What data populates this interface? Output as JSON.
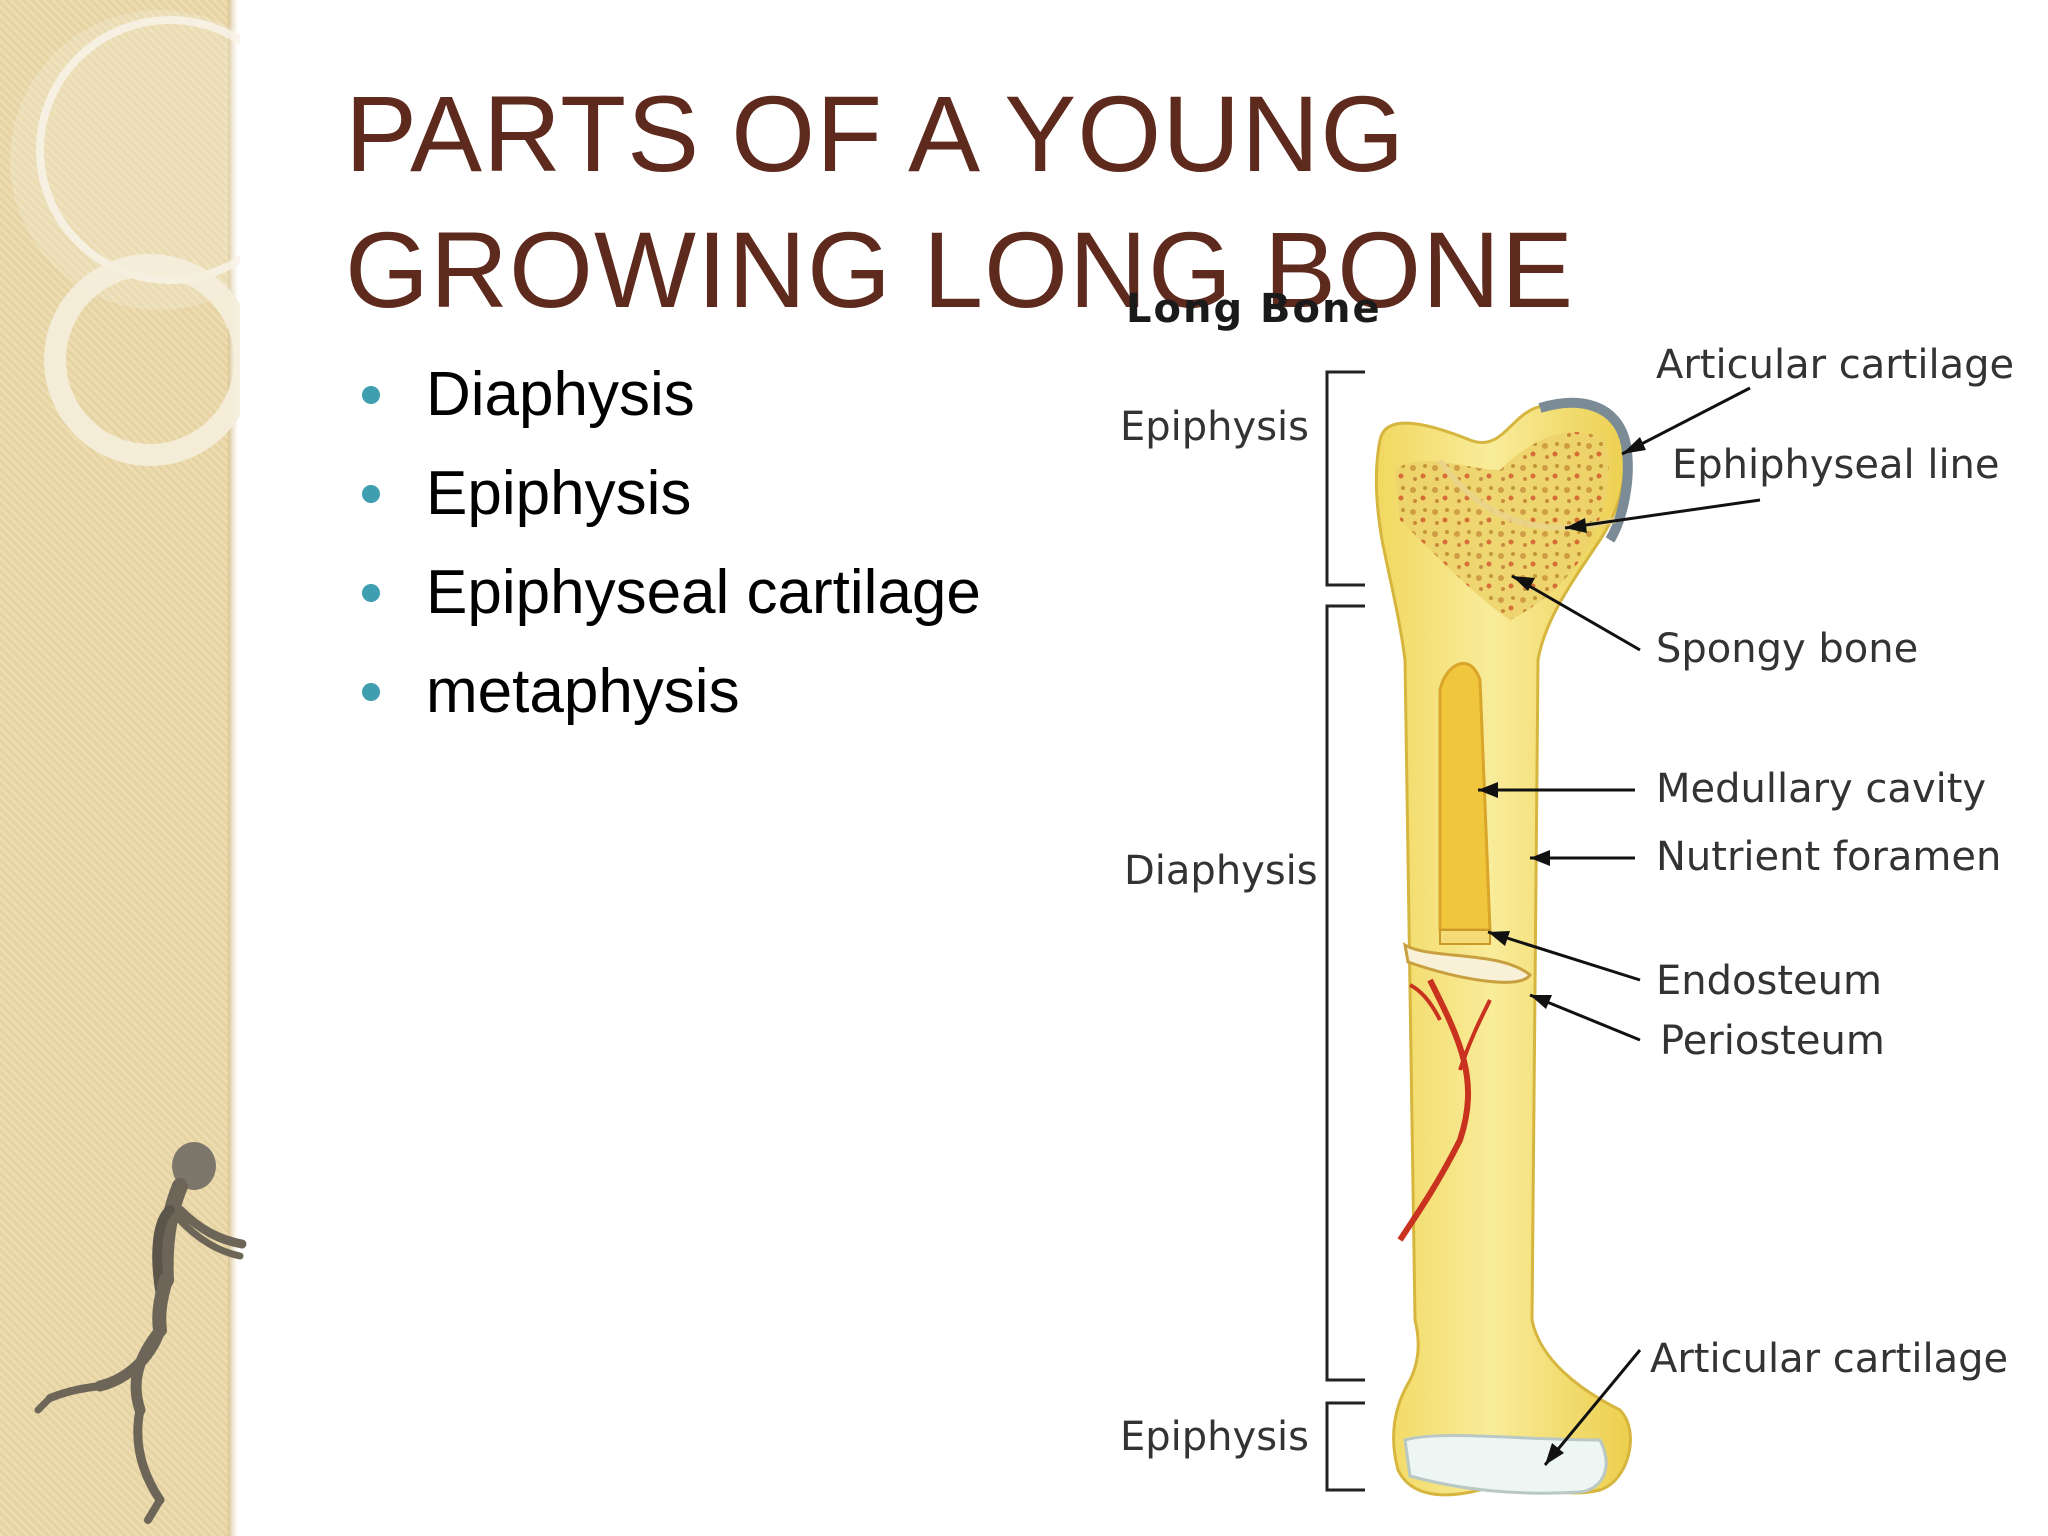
{
  "title": {
    "line1": "PARTS OF A YOUNG",
    "line2": "GROWING LONG BONE"
  },
  "bullets": [
    "Diaphysis",
    "Epiphysis",
    "Epiphyseal cartilage",
    "metaphysis"
  ],
  "figure": {
    "title": "Long Bone",
    "left_labels": {
      "epiphysis_top": "Epiphysis",
      "diaphysis": "Diaphysis",
      "epiphysis_bottom": "Epiphysis"
    },
    "right_labels": {
      "articular_cartilage_top": "Articular cartilage",
      "epiphyseal_line": "Ephiphyseal line",
      "spongy_bone": "Spongy bone",
      "medullary_cavity": "Medullary cavity",
      "nutrient_foramen": "Nutrient foramen",
      "endosteum": "Endosteum",
      "periosteum": "Periosteum",
      "articular_cartilage_bottom": "Articular cartilage"
    }
  },
  "colors": {
    "title": "#5e2a1d",
    "bullet_dot": "#3f9fb0",
    "side_band": "#ecdcb0",
    "bone": "#f6e27a",
    "vessel": "#c8321e"
  }
}
